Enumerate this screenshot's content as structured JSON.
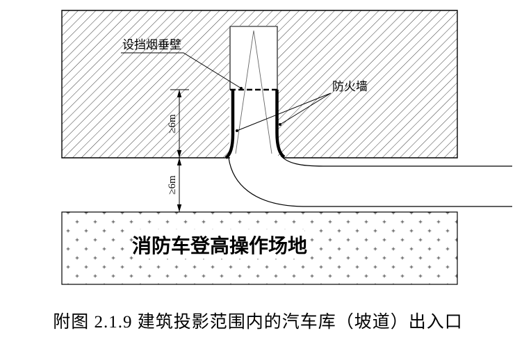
{
  "figure": {
    "caption": "附图 2.1.9 建筑投影范围内的汽车库（坡道）出入口"
  },
  "diagram": {
    "labels": {
      "smoke_curtain": "设挡烟垂壁",
      "fire_wall": "防火墙",
      "site": "消防车登高操作场地"
    },
    "dimensions": {
      "upper": "≥6m",
      "lower": "≥6m"
    },
    "colors": {
      "line": "#000000",
      "hatch": "#3d3d3d",
      "stipple": "#444444",
      "background": "#ffffff"
    }
  }
}
